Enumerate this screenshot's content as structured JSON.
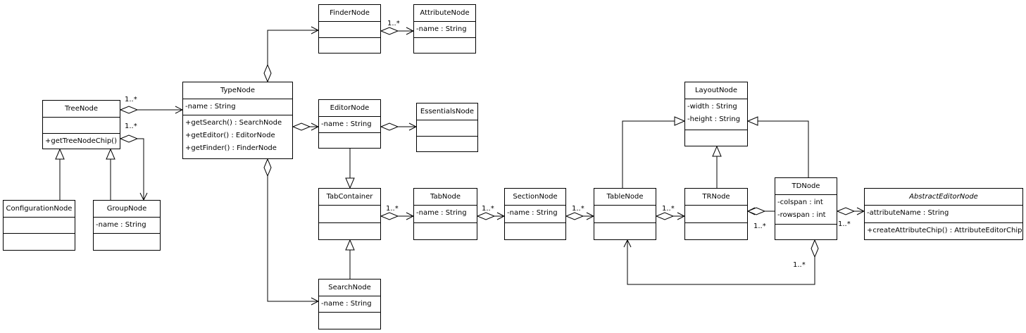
{
  "classes": {
    "finder": {
      "name": "FinderNode",
      "attributes": [],
      "operations": []
    },
    "attribute": {
      "name": "AttributeNode",
      "attributes": [
        "-name : String"
      ],
      "operations": []
    },
    "tree": {
      "name": "TreeNode",
      "attributes": [],
      "operations": [
        "+getTreeNodeChip()"
      ]
    },
    "type": {
      "name": "TypeNode",
      "attributes": [
        "-name : String"
      ],
      "operations": [
        "+getSearch() : SearchNode",
        "+getEditor() : EditorNode",
        "+getFinder() : FinderNode"
      ]
    },
    "editor": {
      "name": "EditorNode",
      "attributes": [
        "-name : String"
      ],
      "operations": []
    },
    "essentials": {
      "name": "EssentialsNode",
      "attributes": [],
      "operations": []
    },
    "configuration": {
      "name": "ConfigurationNode",
      "attributes": [],
      "operations": []
    },
    "group": {
      "name": "GroupNode",
      "attributes": [
        "-name : String"
      ],
      "operations": []
    },
    "tabcontainer": {
      "name": "TabContainer",
      "attributes": [],
      "operations": []
    },
    "tab": {
      "name": "TabNode",
      "attributes": [
        "-name : String"
      ],
      "operations": []
    },
    "section": {
      "name": "SectionNode",
      "attributes": [
        "-name : String"
      ],
      "operations": []
    },
    "table": {
      "name": "TableNode",
      "attributes": [],
      "operations": []
    },
    "layout": {
      "name": "LayoutNode",
      "attributes": [
        "-width : String",
        "-height : String"
      ],
      "operations": []
    },
    "tr": {
      "name": "TRNode",
      "attributes": [],
      "operations": []
    },
    "td": {
      "name": "TDNode",
      "attributes": [
        "-colspan : int",
        "-rowspan : int"
      ],
      "operations": []
    },
    "abstracteditor": {
      "name": "AbstractEditorNode",
      "attributes": [
        "-attributeName : String"
      ],
      "operations": [
        "+createAttributeChip() : AttributeEditorChip"
      ]
    },
    "search": {
      "name": "SearchNode",
      "attributes": [
        "-name : String"
      ],
      "operations": []
    }
  },
  "multiplicities": {
    "finder_attr": "1..*",
    "tree_type": "1..*",
    "tree_group": "1..*",
    "tabc_tab": "1..*",
    "tab_section": "1..*",
    "section_table": "1..*",
    "table_tr": "1..*",
    "tr_td": "1..*",
    "td_abstract": "1..*",
    "td_table": "1..*"
  }
}
